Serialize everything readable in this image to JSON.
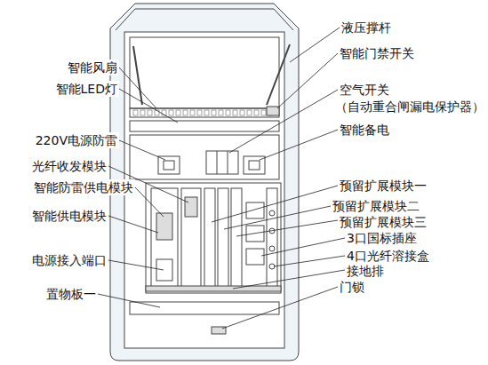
{
  "diagram": {
    "labels": [
      "液压撑杆",
      "智能门禁开关",
      "智能风扇",
      "智能LED灯",
      "空气开关",
      "（自动重合闸漏电保护器）",
      "220V电源防雷",
      "智能备电",
      "光纤收发模块",
      "智能防雷供电模块",
      "预留扩展模块一",
      "预留扩展模块二",
      "预留扩展模块三",
      "智能供电模块",
      "3口国标插座",
      "4口光纤溶接盒",
      "接地排",
      "电源接入端口",
      "门锁",
      "置物板一"
    ]
  }
}
